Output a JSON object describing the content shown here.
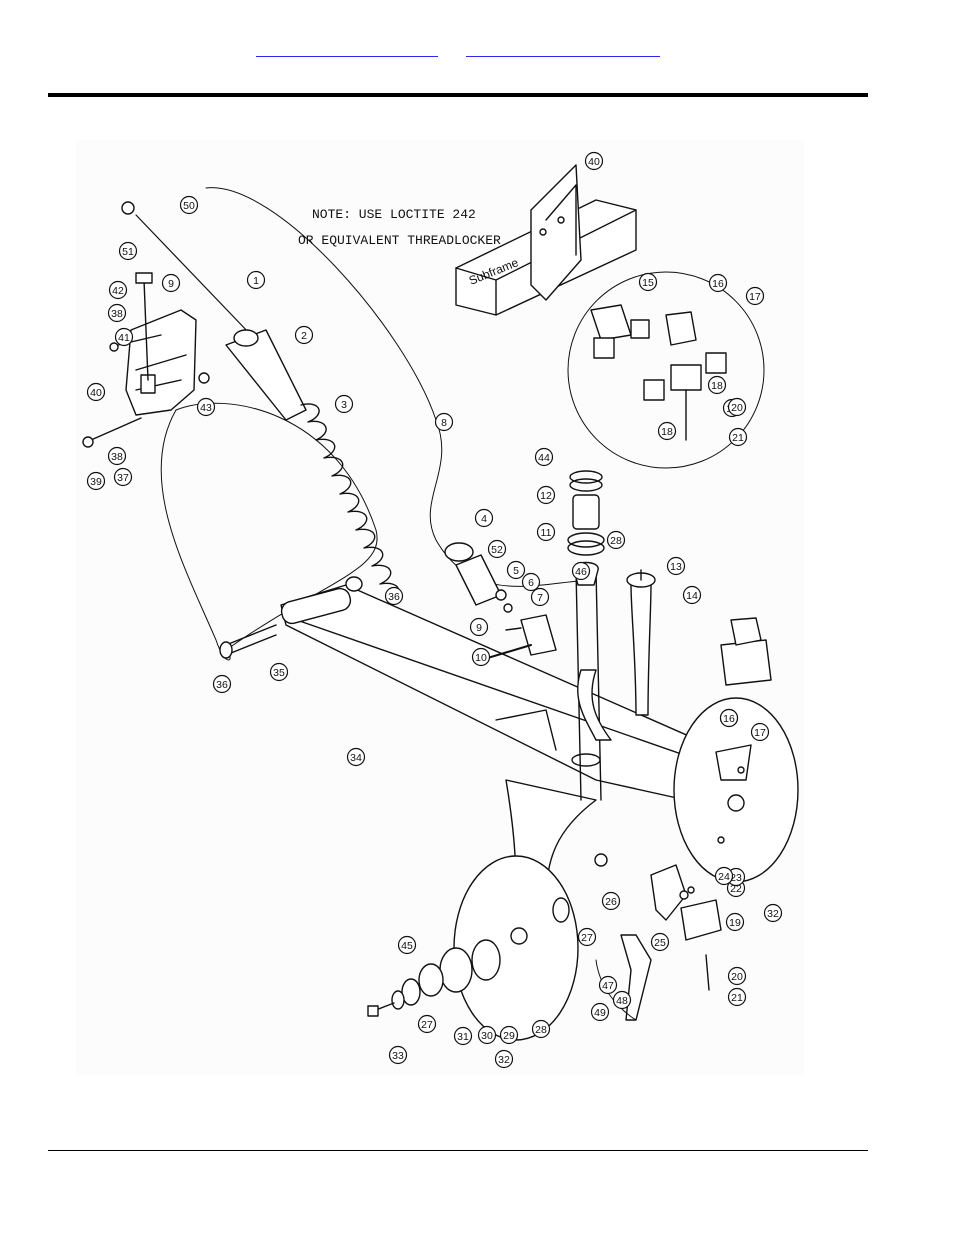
{
  "header": {
    "links": [
      {
        "label": ""
      },
      {
        "label": ""
      }
    ]
  },
  "diagram": {
    "note_lines": [
      "NOTE:  USE LOCTITE 242",
      "OR EQUIVALENT THREADLOCKER"
    ],
    "subframe_label": "Subframe",
    "callouts": [
      "1",
      "2",
      "3",
      "4",
      "5",
      "6",
      "7",
      "8",
      "9",
      "9",
      "10",
      "11",
      "12",
      "13",
      "14",
      "15",
      "15",
      "16",
      "16",
      "17",
      "17",
      "18",
      "18",
      "19",
      "19",
      "20",
      "20",
      "21",
      "21",
      "22",
      "23",
      "24",
      "25",
      "26",
      "27",
      "27",
      "28",
      "28",
      "29",
      "30",
      "31",
      "32",
      "32",
      "33",
      "34",
      "35",
      "36",
      "36",
      "37",
      "38",
      "38",
      "39",
      "40",
      "40",
      "41",
      "42",
      "43",
      "44",
      "45",
      "46",
      "47",
      "48",
      "49",
      "50",
      "51",
      "52"
    ]
  },
  "colors": {
    "ink": "#111111",
    "link": "#2a2aee"
  }
}
